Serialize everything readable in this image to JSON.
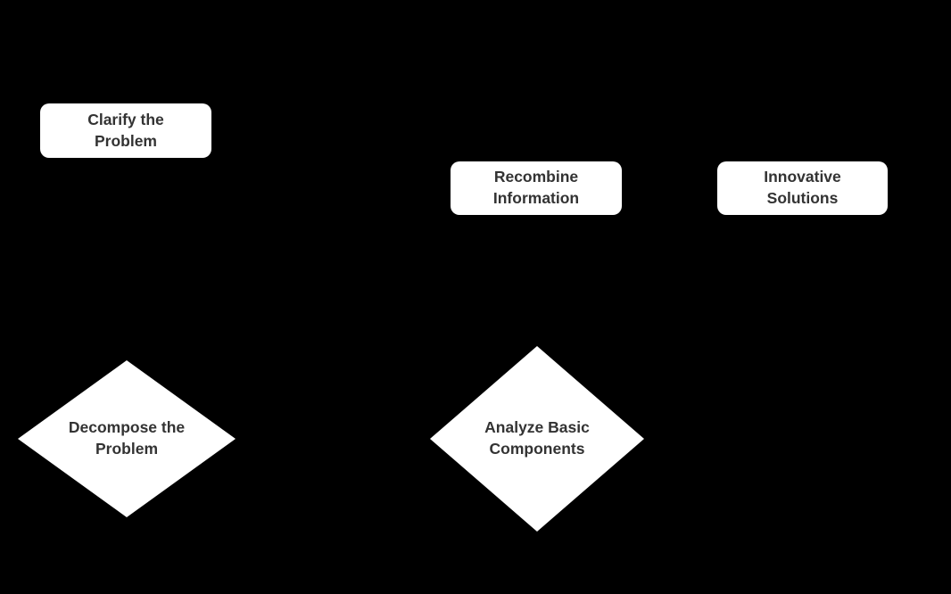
{
  "diagram": {
    "type": "flowchart",
    "background_color": "#000000",
    "node_fill_color": "#ffffff",
    "node_text_color": "#333333",
    "nodes": [
      {
        "id": "clarify",
        "shape": "rounded-rect",
        "label": "Clarify the\nProblem"
      },
      {
        "id": "recombine",
        "shape": "rounded-rect",
        "label": "Recombine\nInformation"
      },
      {
        "id": "innovative",
        "shape": "rounded-rect",
        "label": "Innovative\nSolutions"
      },
      {
        "id": "decompose",
        "shape": "diamond",
        "label": "Decompose the\nProblem"
      },
      {
        "id": "analyze",
        "shape": "diamond",
        "label": "Analyze Basic\nComponents"
      }
    ]
  }
}
